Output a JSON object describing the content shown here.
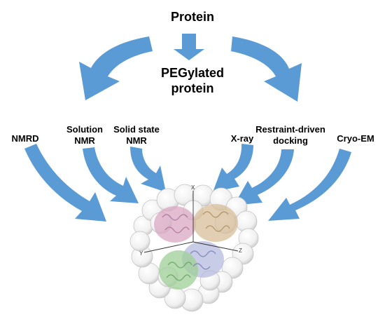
{
  "diagram": {
    "top_node": "Protein",
    "middle_node": "PEGylated\nprotein",
    "methods": [
      "NMRD",
      "Solution\nNMR",
      "Solid state\nNMR",
      "X-ray",
      "Restraint-driven\ndocking",
      "Cryo-EM"
    ],
    "axis_labels": {
      "x": "X",
      "y": "Y",
      "z": "Z"
    }
  },
  "colors": {
    "arrow": "#5b9bd5",
    "text": "#000000",
    "subunit_pink": "#d9a8c4",
    "subunit_tan": "#d8bf9a",
    "subunit_green": "#9fcf96",
    "subunit_lavender": "#b0b6dc",
    "peg_shell": "#e8e8e8"
  },
  "icons": {
    "arrows": "curved-arrow-icon",
    "structure": "protein-structure-icon"
  }
}
